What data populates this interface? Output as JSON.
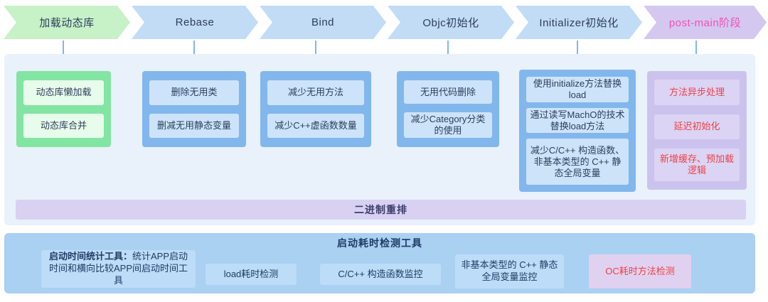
{
  "colors": {
    "stage_green": "#c7f1c6",
    "stage_blue": "#c2dcf6",
    "stage_purple": "#d4c8f0",
    "stage_pink_text": "#f24fb6",
    "column_green": "#82e5a2",
    "column_blue": "#82b7ed",
    "column_purple": "#cbc3ed",
    "red_text": "#ee4145",
    "binary_bar_bg": "#d8d1f2",
    "tools_panel_bg": "#aad0f2"
  },
  "stages": [
    {
      "label": "加载动态库",
      "variant": "green",
      "items": [
        "动态库懒加载",
        "动态库合并"
      ]
    },
    {
      "label": "Rebase",
      "variant": "blue",
      "items": [
        "删除无用类",
        "删减无用静态变量"
      ]
    },
    {
      "label": "Bind",
      "variant": "blue",
      "items": [
        "减少无用方法",
        "减少C++虚函数数量"
      ]
    },
    {
      "label": "Objc初始化",
      "variant": "blue",
      "items": [
        "无用代码删除",
        "减少Category分类的使用"
      ]
    },
    {
      "label": "Initializer初始化",
      "variant": "blue",
      "items": [
        "使用initialize方法替换load",
        "通过读写MachO的技术替换load方法",
        "减少C/C++ 构造函数、非基本类型的 C++ 静态全局变量"
      ]
    },
    {
      "label": "post-main阶段",
      "variant": "purple",
      "items": [
        "方法异步处理",
        "延迟初始化",
        "新增缓存、预加载逻辑"
      ]
    }
  ],
  "binary_bar": {
    "label": "二进制重排"
  },
  "tools": {
    "title": "启动耗时检测工具",
    "stat_tool": {
      "bold": "启动时间统计工具：",
      "rest": "统计APP启动时间和横向比较APP间启动时间工具"
    },
    "items": [
      "load耗时检测",
      "C/C++ 构造函数监控",
      "非基本类型的 C++ 静态全局变量监控",
      "OC耗时方法检测"
    ]
  }
}
